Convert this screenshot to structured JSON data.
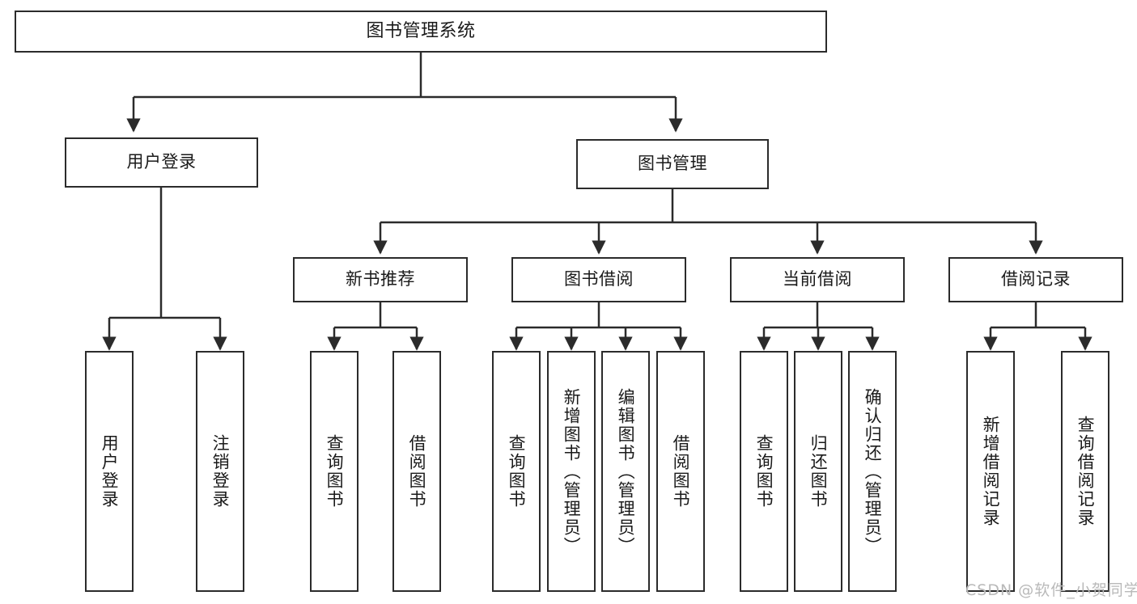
{
  "diagram": {
    "title": "图书管理系统",
    "type": "tree-hierarchy-chart",
    "root": {
      "id": "root",
      "label": "图书管理系统"
    },
    "level1": [
      {
        "id": "user-login",
        "label": "用户登录"
      },
      {
        "id": "book-manage",
        "label": "图书管理"
      }
    ],
    "level2": [
      {
        "id": "new-book-rec",
        "label": "新书推荐",
        "parent": "book-manage"
      },
      {
        "id": "book-borrow",
        "label": "图书借阅",
        "parent": "book-manage"
      },
      {
        "id": "current-borrow",
        "label": "当前借阅",
        "parent": "book-manage"
      },
      {
        "id": "borrow-record",
        "label": "借阅记录",
        "parent": "book-manage"
      }
    ],
    "leaves": {
      "user_login": [
        {
          "id": "leaf-user-login",
          "label": "用户登录"
        },
        {
          "id": "leaf-logout",
          "label": "注销登录"
        }
      ],
      "new_book_rec": [
        {
          "id": "leaf-query-book-1",
          "label": "查询图书"
        },
        {
          "id": "leaf-borrow-book-1",
          "label": "借阅图书"
        }
      ],
      "book_borrow": [
        {
          "id": "leaf-query-book-2",
          "label": "查询图书"
        },
        {
          "id": "leaf-add-book",
          "label": "新增图书（管理员）"
        },
        {
          "id": "leaf-edit-book",
          "label": "编辑图书（管理员）"
        },
        {
          "id": "leaf-borrow-book-2",
          "label": "借阅图书"
        }
      ],
      "current_borrow": [
        {
          "id": "leaf-query-book-3",
          "label": "查询图书"
        },
        {
          "id": "leaf-return-book",
          "label": "归还图书"
        },
        {
          "id": "leaf-confirm-return",
          "label": "确认归还（管理员）"
        }
      ],
      "borrow_record": [
        {
          "id": "leaf-add-record",
          "label": "新增借阅记录"
        },
        {
          "id": "leaf-query-record",
          "label": "查询借阅记录"
        }
      ]
    }
  },
  "watermark": {
    "text": "CSDN @软件_小贺同学"
  },
  "colors": {
    "stroke": "#2b2b2b",
    "fill": "#ffffff",
    "text": "#1a1a1a",
    "watermark": "#b9b9b9"
  }
}
